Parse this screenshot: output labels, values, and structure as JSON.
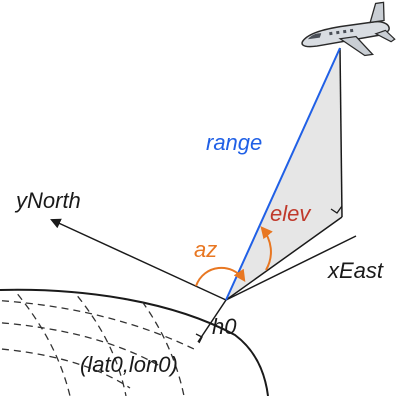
{
  "labels": {
    "range": "range",
    "y_north": "yNorth",
    "elev": "elev",
    "az": "az",
    "x_east": "xEast",
    "h0": "h0",
    "origin": "(lat0,lon0)"
  },
  "colors": {
    "range": "#2060e6",
    "angle": "#e87722",
    "elev_label": "#c0392b",
    "line": "#1a1a1a",
    "plane_shade": "#e6e6e6",
    "earth_grid": "#333333"
  },
  "icons": {
    "aircraft": "airplane-icon"
  }
}
